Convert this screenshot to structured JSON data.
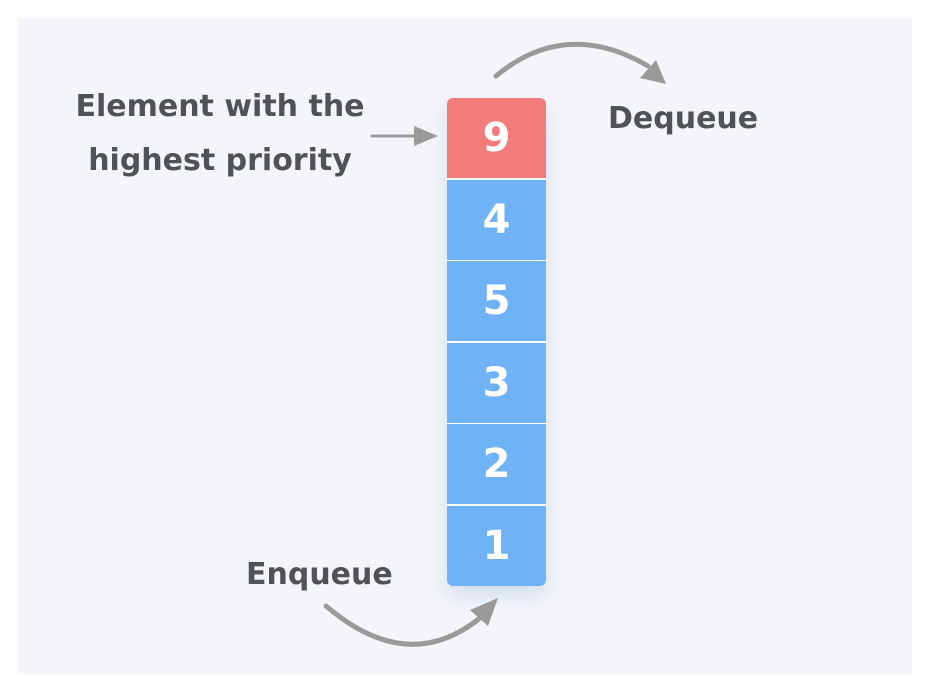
{
  "labels": {
    "highest_priority": [
      "Element with the",
      "highest priority"
    ],
    "dequeue": "Dequeue",
    "enqueue": "Enqueue"
  },
  "queue": [
    {
      "value": "9",
      "highlight": true
    },
    {
      "value": "4",
      "highlight": false
    },
    {
      "value": "5",
      "highlight": false
    },
    {
      "value": "3",
      "highlight": false
    },
    {
      "value": "2",
      "highlight": false
    },
    {
      "value": "1",
      "highlight": false
    }
  ],
  "colors": {
    "background": "#f4f5f9",
    "highlight_cell": "#f27b7b",
    "normal_cell": "#6fb2f5",
    "cell_divider": "#ffffff",
    "text": "#4f5257",
    "arrow": "#9a9a9a"
  }
}
